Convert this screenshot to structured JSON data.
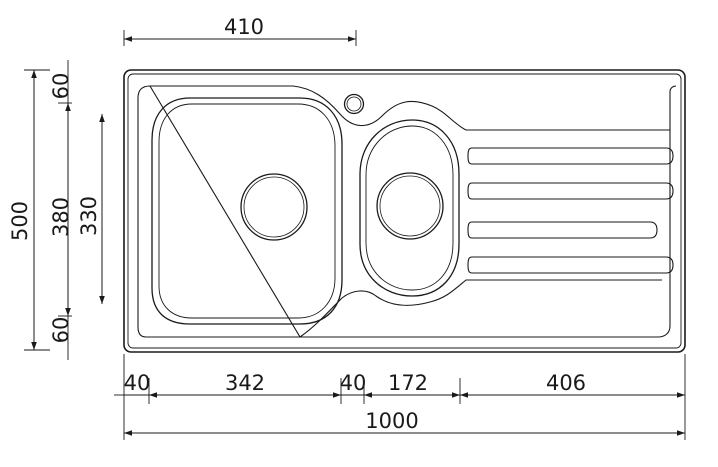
{
  "drawing": {
    "dimensions": {
      "top_width": "410",
      "overall_height": "500",
      "inner_height": "380",
      "bowl_height": "330",
      "top_margin": "60",
      "bottom_margin": "60",
      "left_edge": "40",
      "main_bowl_width": "342",
      "bowl_gap": "40",
      "small_bowl_width": "172",
      "drainer_width": "406",
      "overall_width": "1000"
    },
    "colors": {
      "line": "#1a1a1a",
      "background": "#ffffff"
    }
  }
}
